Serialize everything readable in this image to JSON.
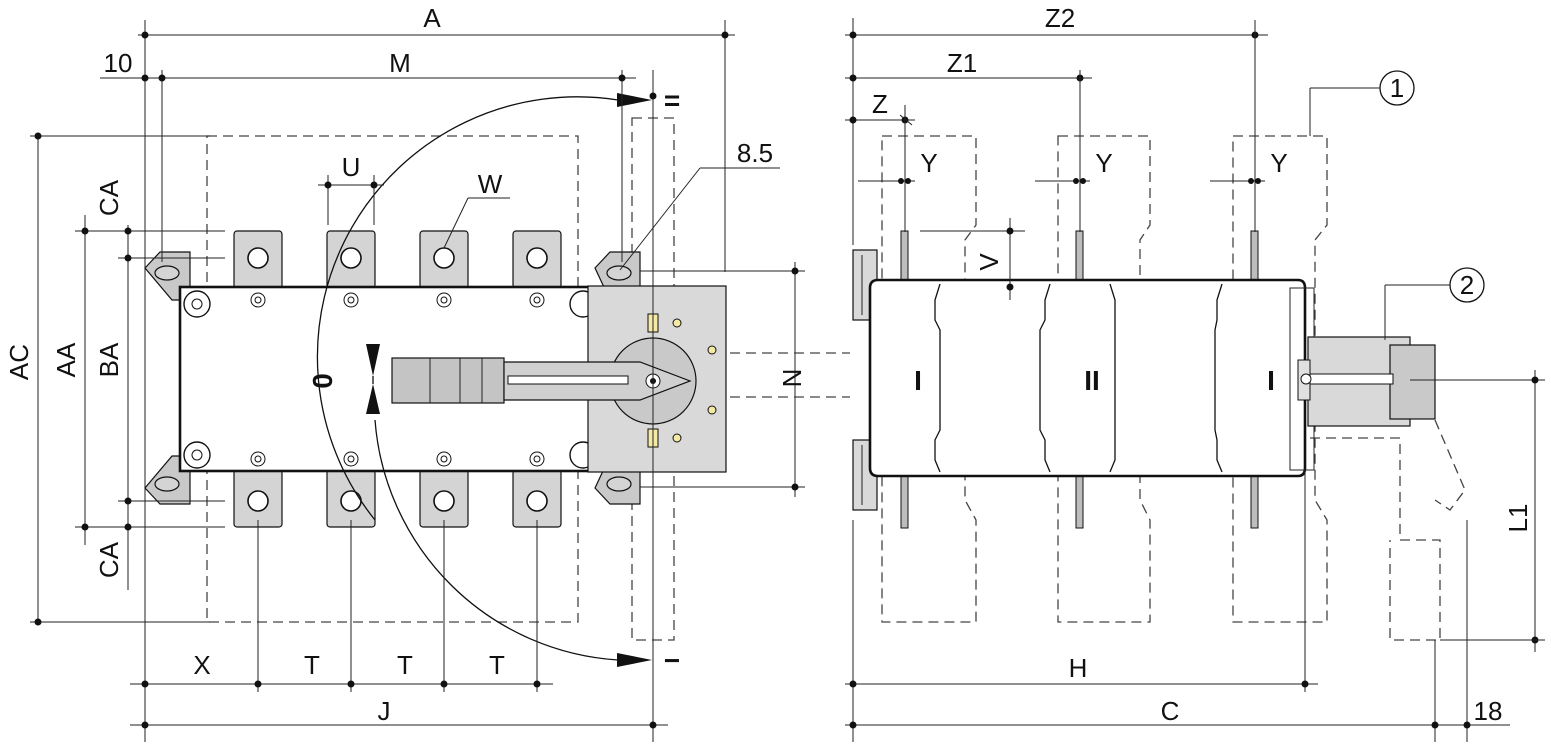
{
  "labels": {
    "A": "A",
    "M": "M",
    "ten": "10",
    "U": "U",
    "W": "W",
    "hole": "8.5",
    "CA_top": "CA",
    "CA_bottom": "CA",
    "AC": "AC",
    "AA": "AA",
    "BA": "BA",
    "N": "N",
    "X": "X",
    "T1": "T",
    "T2": "T",
    "T3": "T",
    "J": "J",
    "pos_zero": "0",
    "pos_I": "=",
    "pos_II": "−",
    "Z2": "Z2",
    "Z1": "Z1",
    "Z": "Z",
    "Y1": "Y",
    "Y2": "Y",
    "Y3": "Y",
    "V": "V",
    "sec_I_left": "I",
    "sec_II": "II",
    "sec_I_right": "I",
    "H": "H",
    "C": "C",
    "L1": "L1",
    "eighteen": "18",
    "callout_1": "1",
    "callout_2": "2"
  }
}
